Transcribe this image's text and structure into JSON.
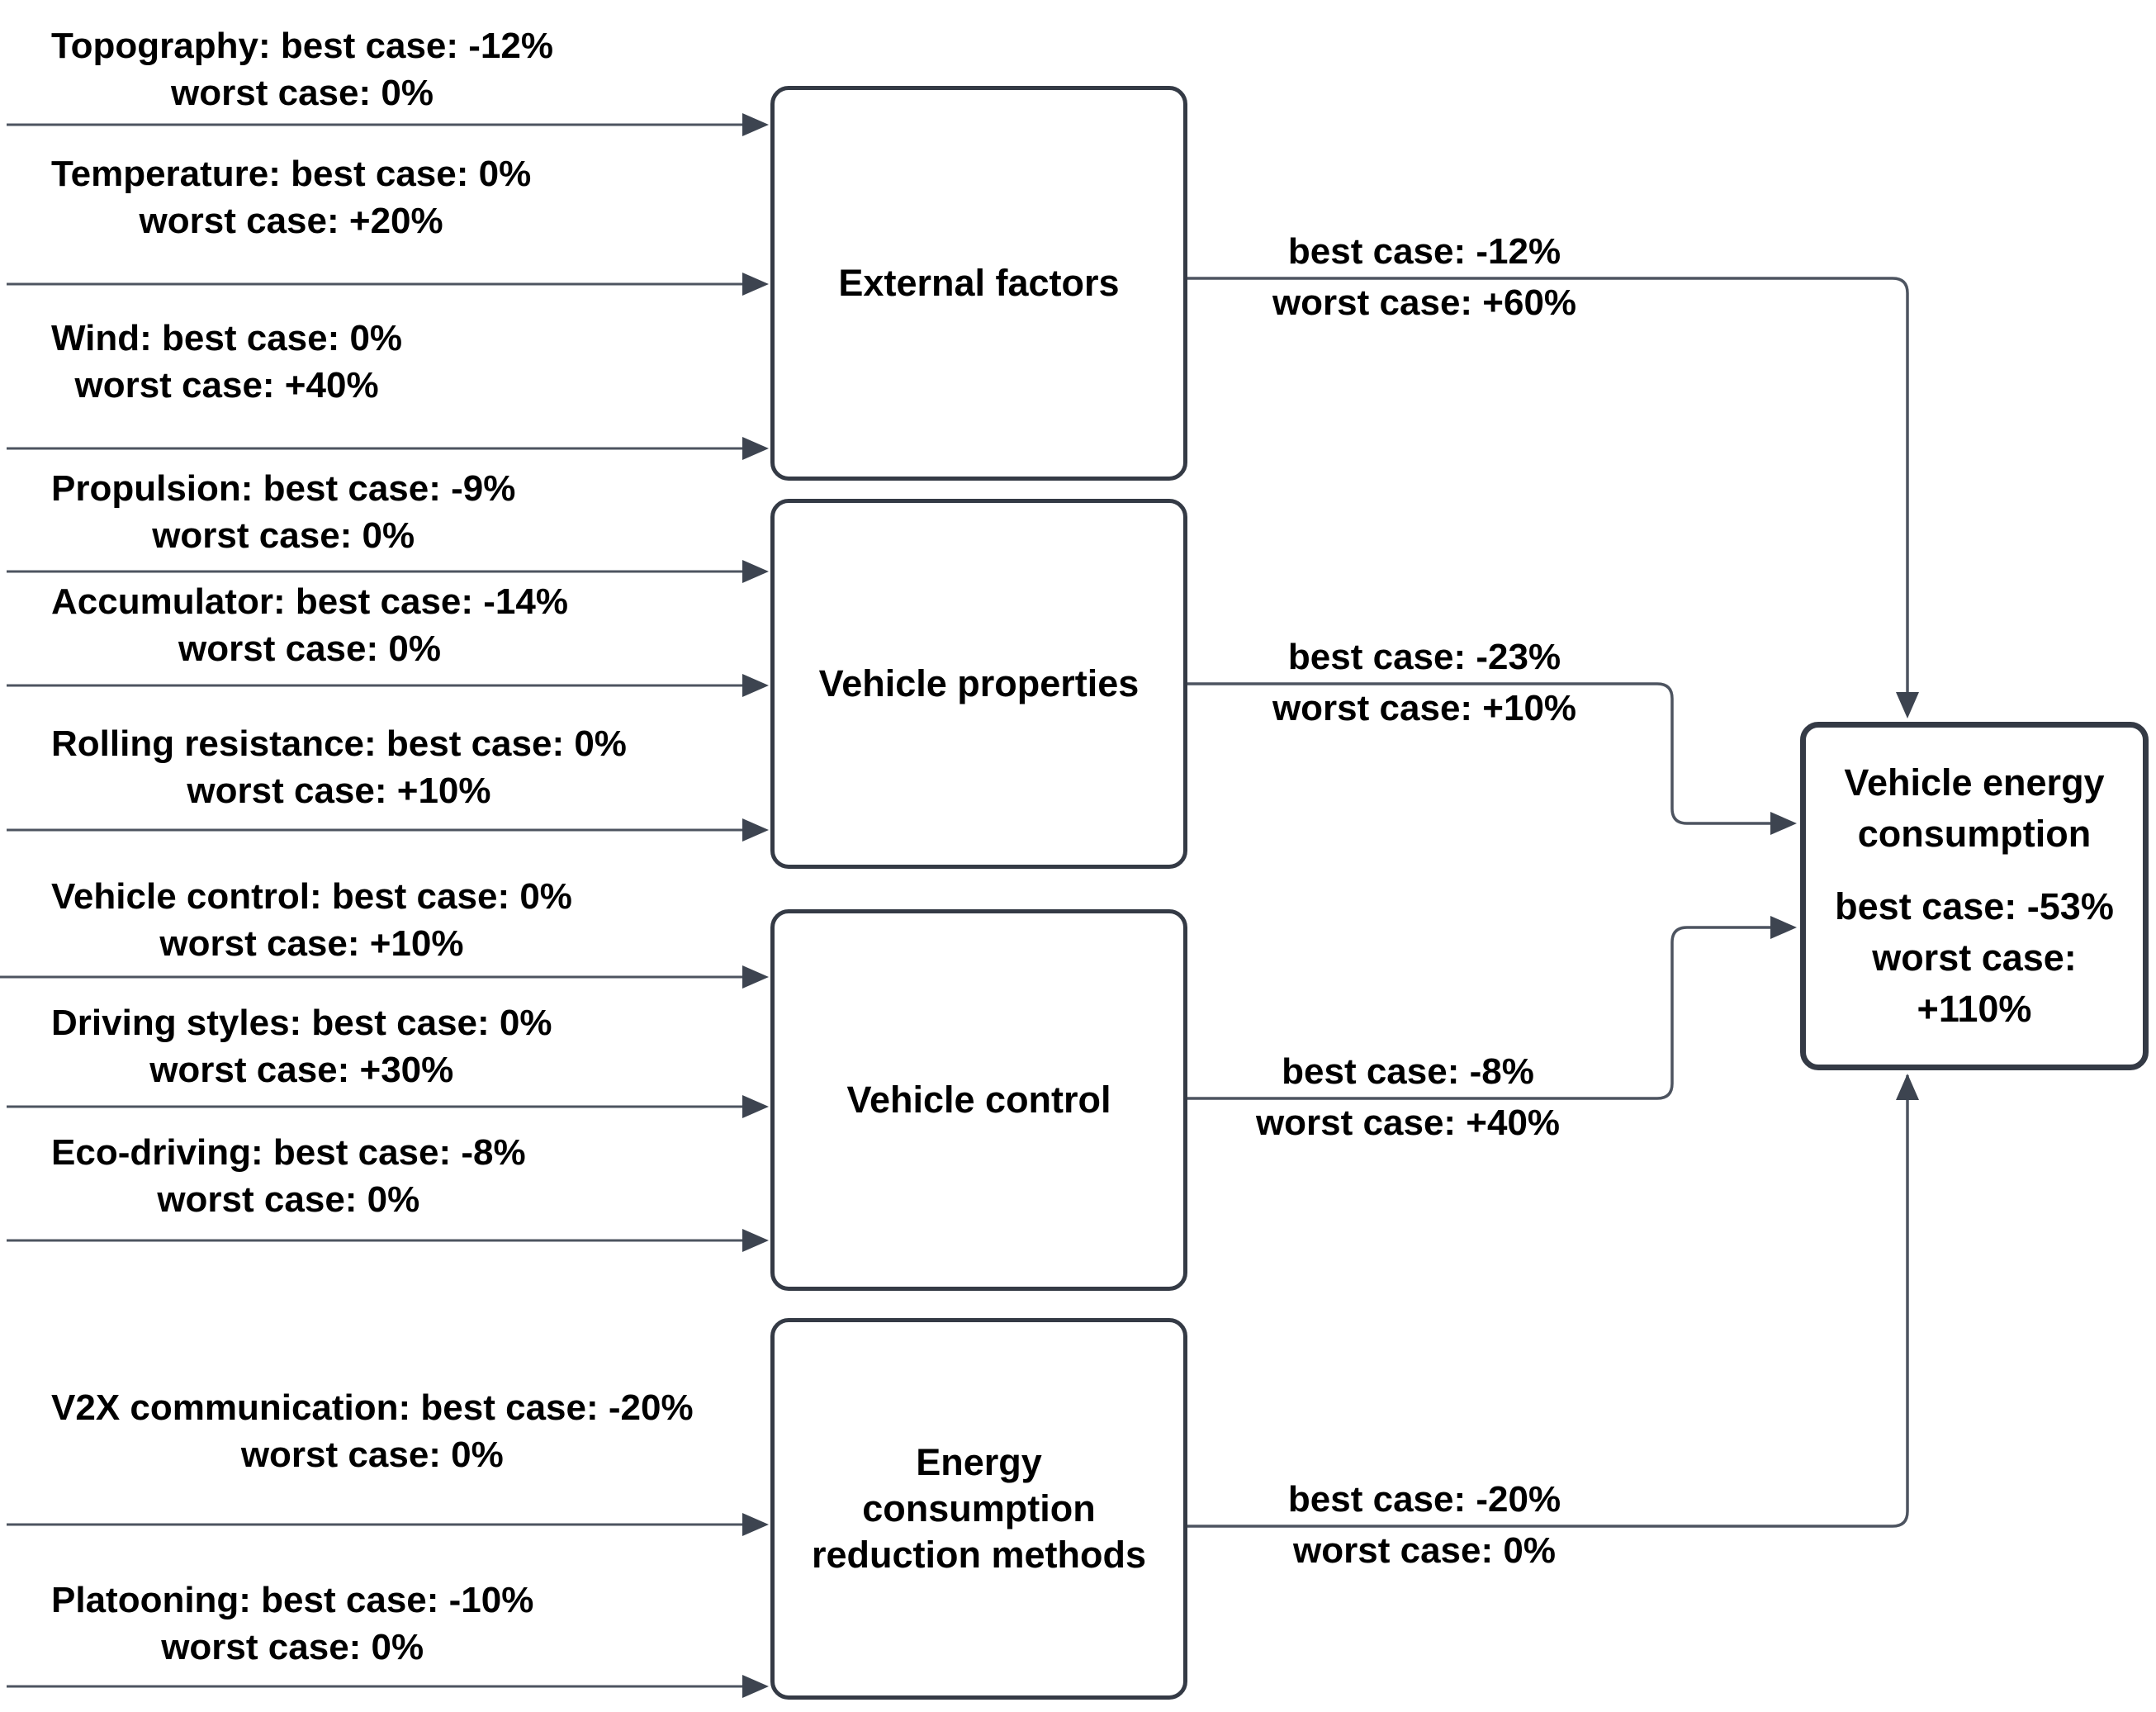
{
  "diagram": {
    "title_hint": "Vehicle energy consumption influence diagram",
    "colors": {
      "background": "#ffffff",
      "box_border": "#343a45",
      "connector_line": "#4d5460",
      "arrowhead": "#3d4450",
      "text": "#000000"
    },
    "inputs": [
      {
        "line1": "Topography: best case: -12%",
        "line2": "worst case: 0%",
        "target": "External factors"
      },
      {
        "line1": "Temperature: best case: 0%",
        "line2": "worst case: +20%",
        "target": "External factors"
      },
      {
        "line1": "Wind: best case: 0%",
        "line2": "worst case: +40%",
        "target": "External factors"
      },
      {
        "line1": "Propulsion: best case: -9%",
        "line2": "worst case: 0%",
        "target": "Vehicle properties"
      },
      {
        "line1": "Accumulator: best case: -14%",
        "line2": "worst case: 0%",
        "target": "Vehicle properties"
      },
      {
        "line1": "Rolling resistance: best case: 0%",
        "line2": "worst case: +10%",
        "target": "Vehicle properties"
      },
      {
        "line1": "Vehicle control: best case: 0%",
        "line2": "worst case: +10%",
        "target": "Vehicle control"
      },
      {
        "line1": "Driving styles: best case: 0%",
        "line2": "worst case: +30%",
        "target": "Vehicle control"
      },
      {
        "line1": "Eco-driving: best case: -8%",
        "line2": "worst case: 0%",
        "target": "Vehicle control"
      },
      {
        "line1": "V2X communication: best case: -20%",
        "line2": "worst case: 0%",
        "target": "Energy consumption reduction methods"
      },
      {
        "line1": "Platooning: best case: -10%",
        "line2": "worst case: 0%",
        "target": "Energy consumption reduction methods"
      }
    ],
    "boxes": [
      {
        "label": "External factors"
      },
      {
        "label": "Vehicle properties"
      },
      {
        "label": "Vehicle control"
      },
      {
        "label": "Energy consumption reduction methods"
      }
    ],
    "edges": [
      {
        "source": "External factors",
        "target": "Vehicle energy consumption",
        "best": "best case: -12%",
        "worst": "worst case: +60%"
      },
      {
        "source": "Vehicle properties",
        "target": "Vehicle energy consumption",
        "best": "best case: -23%",
        "worst": "worst case: +10%"
      },
      {
        "source": "Vehicle control",
        "target": "Vehicle energy consumption",
        "best": "best case: -8%",
        "worst": "worst case: +40%"
      },
      {
        "source": "Energy consumption reduction methods",
        "target": "Vehicle energy consumption",
        "best": "best case: -20%",
        "worst": "worst case: 0%"
      }
    ],
    "output": {
      "title": "Vehicle energy consumption",
      "lines": [
        "best case: -53%",
        "worst case:",
        "+110%"
      ]
    }
  }
}
